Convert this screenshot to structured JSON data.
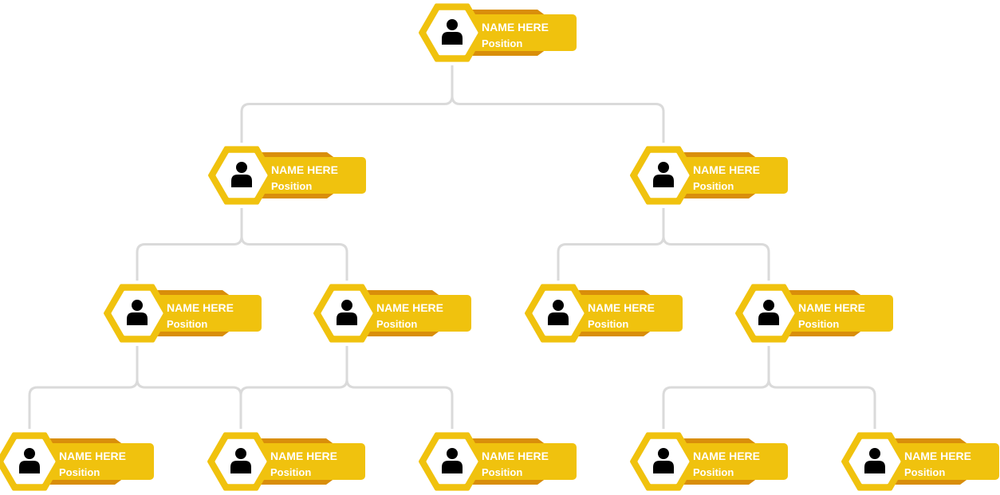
{
  "colors": {
    "hex_outer": "#F0C20E",
    "hex_inner": "#FFFFFF",
    "banner": "#F0C20E",
    "banner_shadow": "#D98E0A",
    "connector": "#DADADA",
    "avatar": "#000000",
    "text": "#FFFFFF"
  },
  "icons": {
    "node_avatar": "person-icon"
  },
  "nodes": [
    {
      "id": "n1",
      "name": "NAME HERE",
      "position": "Position"
    },
    {
      "id": "n2",
      "name": "NAME HERE",
      "position": "Position"
    },
    {
      "id": "n3",
      "name": "NAME HERE",
      "position": "Position"
    },
    {
      "id": "n4",
      "name": "NAME HERE",
      "position": "Position"
    },
    {
      "id": "n5",
      "name": "NAME HERE",
      "position": "Position"
    },
    {
      "id": "n6",
      "name": "NAME HERE",
      "position": "Position"
    },
    {
      "id": "n7",
      "name": "NAME HERE",
      "position": "Position"
    },
    {
      "id": "n8",
      "name": "NAME HERE",
      "position": "Position"
    },
    {
      "id": "n9",
      "name": "NAME HERE",
      "position": "Position"
    },
    {
      "id": "n10",
      "name": "NAME HERE",
      "position": "Position"
    },
    {
      "id": "n11",
      "name": "NAME HERE",
      "position": "Position"
    },
    {
      "id": "n12",
      "name": "NAME HERE",
      "position": "Position"
    }
  ],
  "edges": [
    [
      "n1",
      "n2"
    ],
    [
      "n1",
      "n3"
    ],
    [
      "n2",
      "n4"
    ],
    [
      "n2",
      "n5"
    ],
    [
      "n3",
      "n6"
    ],
    [
      "n3",
      "n7"
    ],
    [
      "n4",
      "n8"
    ],
    [
      "n4",
      "n9"
    ],
    [
      "n5",
      "n9"
    ],
    [
      "n5",
      "n10"
    ],
    [
      "n7",
      "n11"
    ],
    [
      "n7",
      "n12"
    ]
  ]
}
